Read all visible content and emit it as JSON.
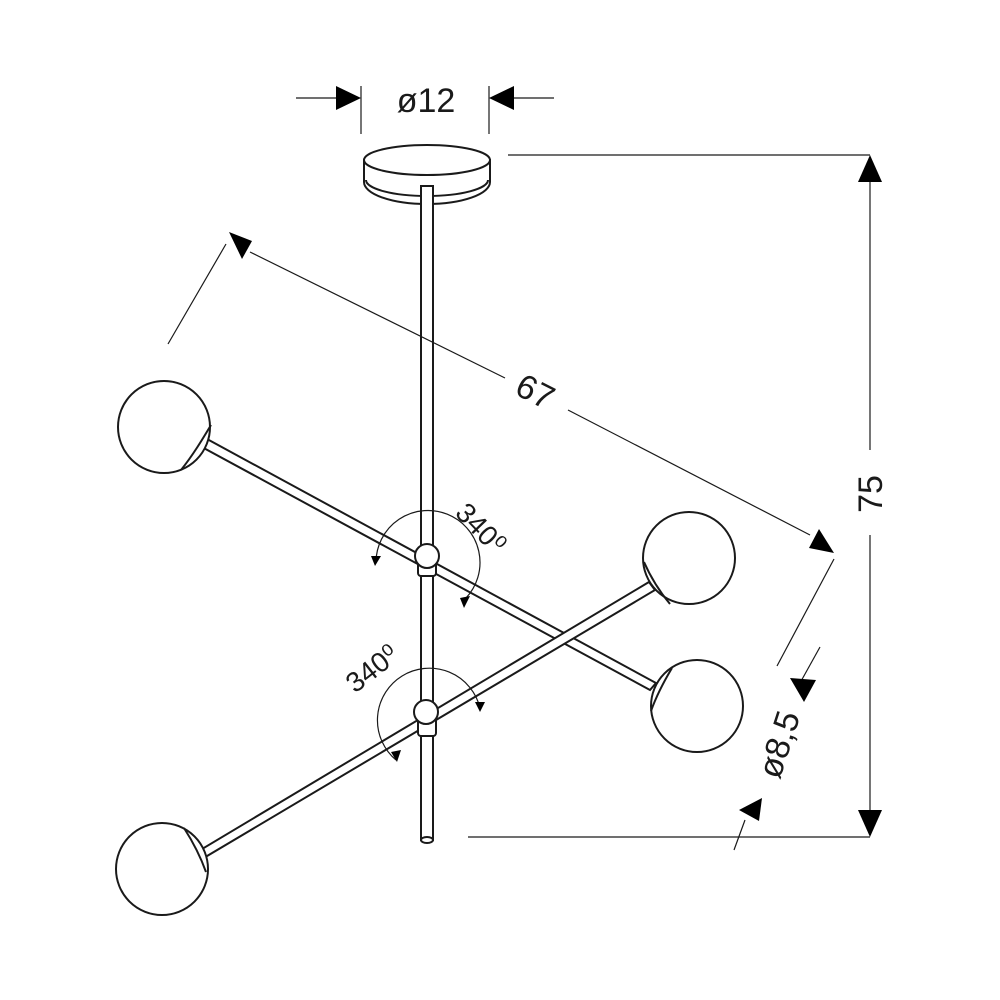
{
  "dimensions": {
    "canopy_diameter": "ø12",
    "total_width": "67",
    "total_height": "75",
    "globe_diameter": "ø8,5"
  },
  "angles": {
    "upper_arm_rotation": "340⁰",
    "lower_arm_rotation": "340⁰"
  }
}
